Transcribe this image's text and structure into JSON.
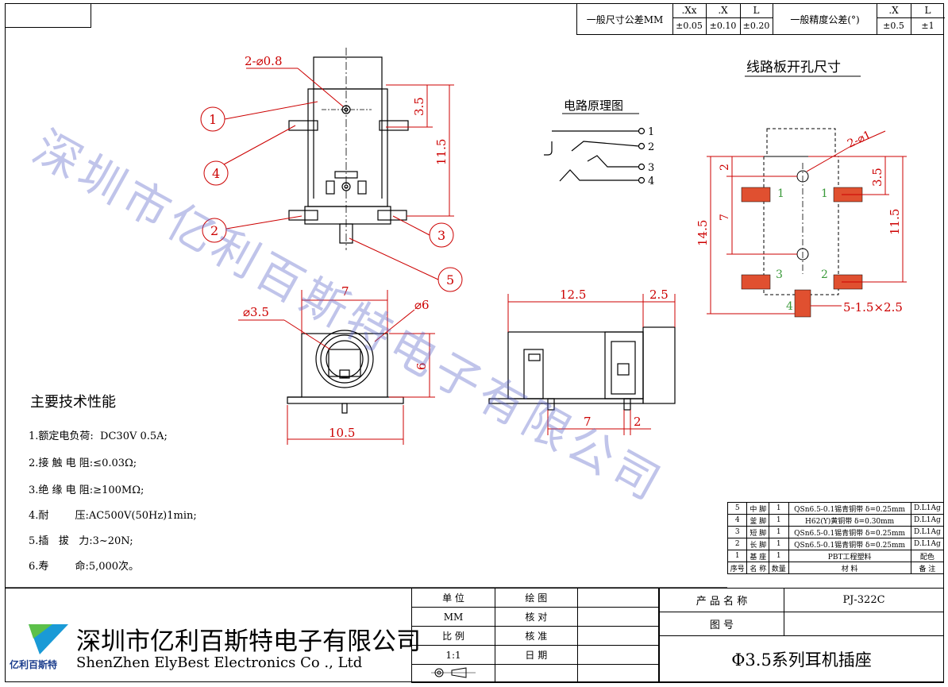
{
  "tolerance": {
    "general_dim_label": "一般尺寸公差MM",
    "general_angle_label": "一般精度公差(°)",
    "headers_mm": [
      ".Xx",
      ".X",
      "L"
    ],
    "values_mm": [
      "±0.05",
      "±0.10",
      "±0.20"
    ],
    "headers_angle": [
      ".X",
      "L"
    ],
    "values_angle": [
      "±0.5",
      "±1"
    ]
  },
  "views": {
    "pcb_title": "线路板开孔尺寸",
    "circuit_title": "电路原理图",
    "circuit_pins": [
      "1",
      "2",
      "3",
      "4"
    ],
    "front_dims": {
      "hole": "2-⌀0.8",
      "d1": "3.5",
      "d2": "11.5"
    },
    "callouts": [
      "1",
      "2",
      "3",
      "4",
      "5"
    ],
    "face_dims": {
      "d35": "⌀3.5",
      "d6": "⌀6",
      "w7": "7",
      "h6": "6",
      "w105": "10.5"
    },
    "side_dims": {
      "l125": "12.5",
      "l25": "2.5",
      "l7": "7",
      "l2": "2"
    },
    "pcb_dims": {
      "hole": "2-⌀1",
      "d2": "2",
      "d7": "7",
      "d145": "14.5",
      "d35": "3.5",
      "d115": "11.5",
      "pads": "5-1.5×2.5"
    },
    "pcb_pad_labels": [
      "1",
      "1",
      "3",
      "2",
      "4"
    ]
  },
  "specs": {
    "title": "主要技术性能",
    "items": [
      "1.额定电负荷:  DC30V 0.5A;",
      "2.接 触 电 阻:≤0.03Ω;",
      "3.绝 缘 电 阻:≥100MΩ;",
      "4.耐        压:AC500V(50Hz)1min;",
      "5.插   拔   力:3~20N;",
      "6.寿        命:5,000次。"
    ]
  },
  "watermark": "深圳市亿利百斯特电子有限公司",
  "bom": {
    "rows": [
      [
        "5",
        "中 脚",
        "1",
        "QSn6.5-0.1锡青铜带 δ=0.25mm",
        "D.L1Ag"
      ],
      [
        "4",
        "釜 脚",
        "1",
        "H62(Y)黄铜带   δ=0.30mm",
        "D.L1Ag"
      ],
      [
        "3",
        "短 脚",
        "1",
        "QSn6.5-0.1锡青铜带 δ=0.25mm",
        "D.L1Ag"
      ],
      [
        "2",
        "长 脚",
        "1",
        "QSn6.5-0.1锡青铜带 δ=0.25mm",
        "D.L1Ag"
      ],
      [
        "1",
        "基 座",
        "1",
        "PBT工程塑料",
        "配色"
      ]
    ],
    "header": [
      "序号",
      "名 称",
      "数量",
      "材    料",
      "备 注"
    ]
  },
  "title_block": {
    "company_cn": "深圳市亿利百斯特电子有限公司",
    "company_en": "ShenZhen ElyBest Electronics Co ., Ltd",
    "logo_text": "亿利百斯特",
    "unit_label": "单    位",
    "unit_value": "MM",
    "scale_label": "比    例",
    "scale_value": "1:1",
    "draw_label": "绘    图",
    "check_label": "核    对",
    "approve_label": "核    准",
    "date_label": "日    期",
    "product_name_label": "产 品 名 称",
    "product_name_value": "PJ-322C",
    "drawing_no_label": "图        号",
    "product_title": "Φ3.5系列耳机插座"
  },
  "colors": {
    "dim": "#cc0000",
    "pad": "#e05030",
    "green": "#3a9a3a",
    "watermark": "#6470c8"
  }
}
